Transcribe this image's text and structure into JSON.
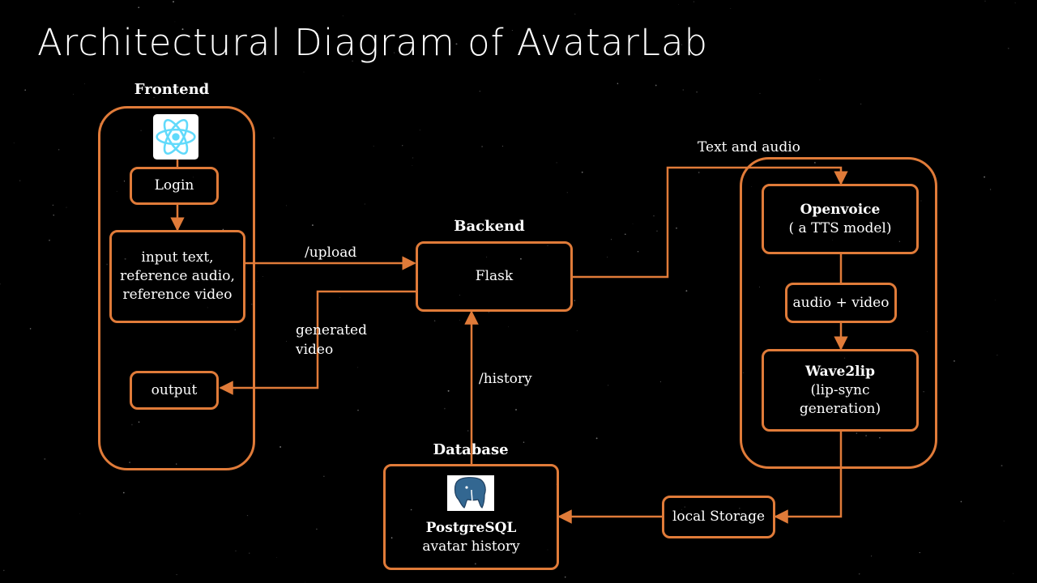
{
  "title": "Architectural Diagram of AvatarLab",
  "colors": {
    "accent": "#e07b39",
    "background": "#000000",
    "text": "#ffffff",
    "react": "#61dafb",
    "postgres": "#336791"
  },
  "groups": {
    "frontend": "Frontend",
    "backend": "Backend",
    "database": "Database"
  },
  "nodes": {
    "login": "Login",
    "inputs": [
      "input text,",
      "reference audio,",
      "reference video"
    ],
    "output": "output",
    "flask": "Flask",
    "openvoice_name": "Openvoice",
    "openvoice_desc": "( a TTS model)",
    "audio_video": "audio + video",
    "wave2lip_name": "Wave2lip",
    "wave2lip_desc": [
      "(lip-sync",
      "generation)"
    ],
    "local_storage": "local Storage",
    "postgres_name": "PostgreSQL",
    "postgres_desc": "avatar history"
  },
  "edges": {
    "upload": "/upload",
    "generated_video": [
      "generated",
      "video"
    ],
    "history": "/history",
    "text_audio": "Text and audio"
  },
  "icons": {
    "frontend": "react-logo-icon",
    "database": "postgresql-elephant-icon"
  }
}
